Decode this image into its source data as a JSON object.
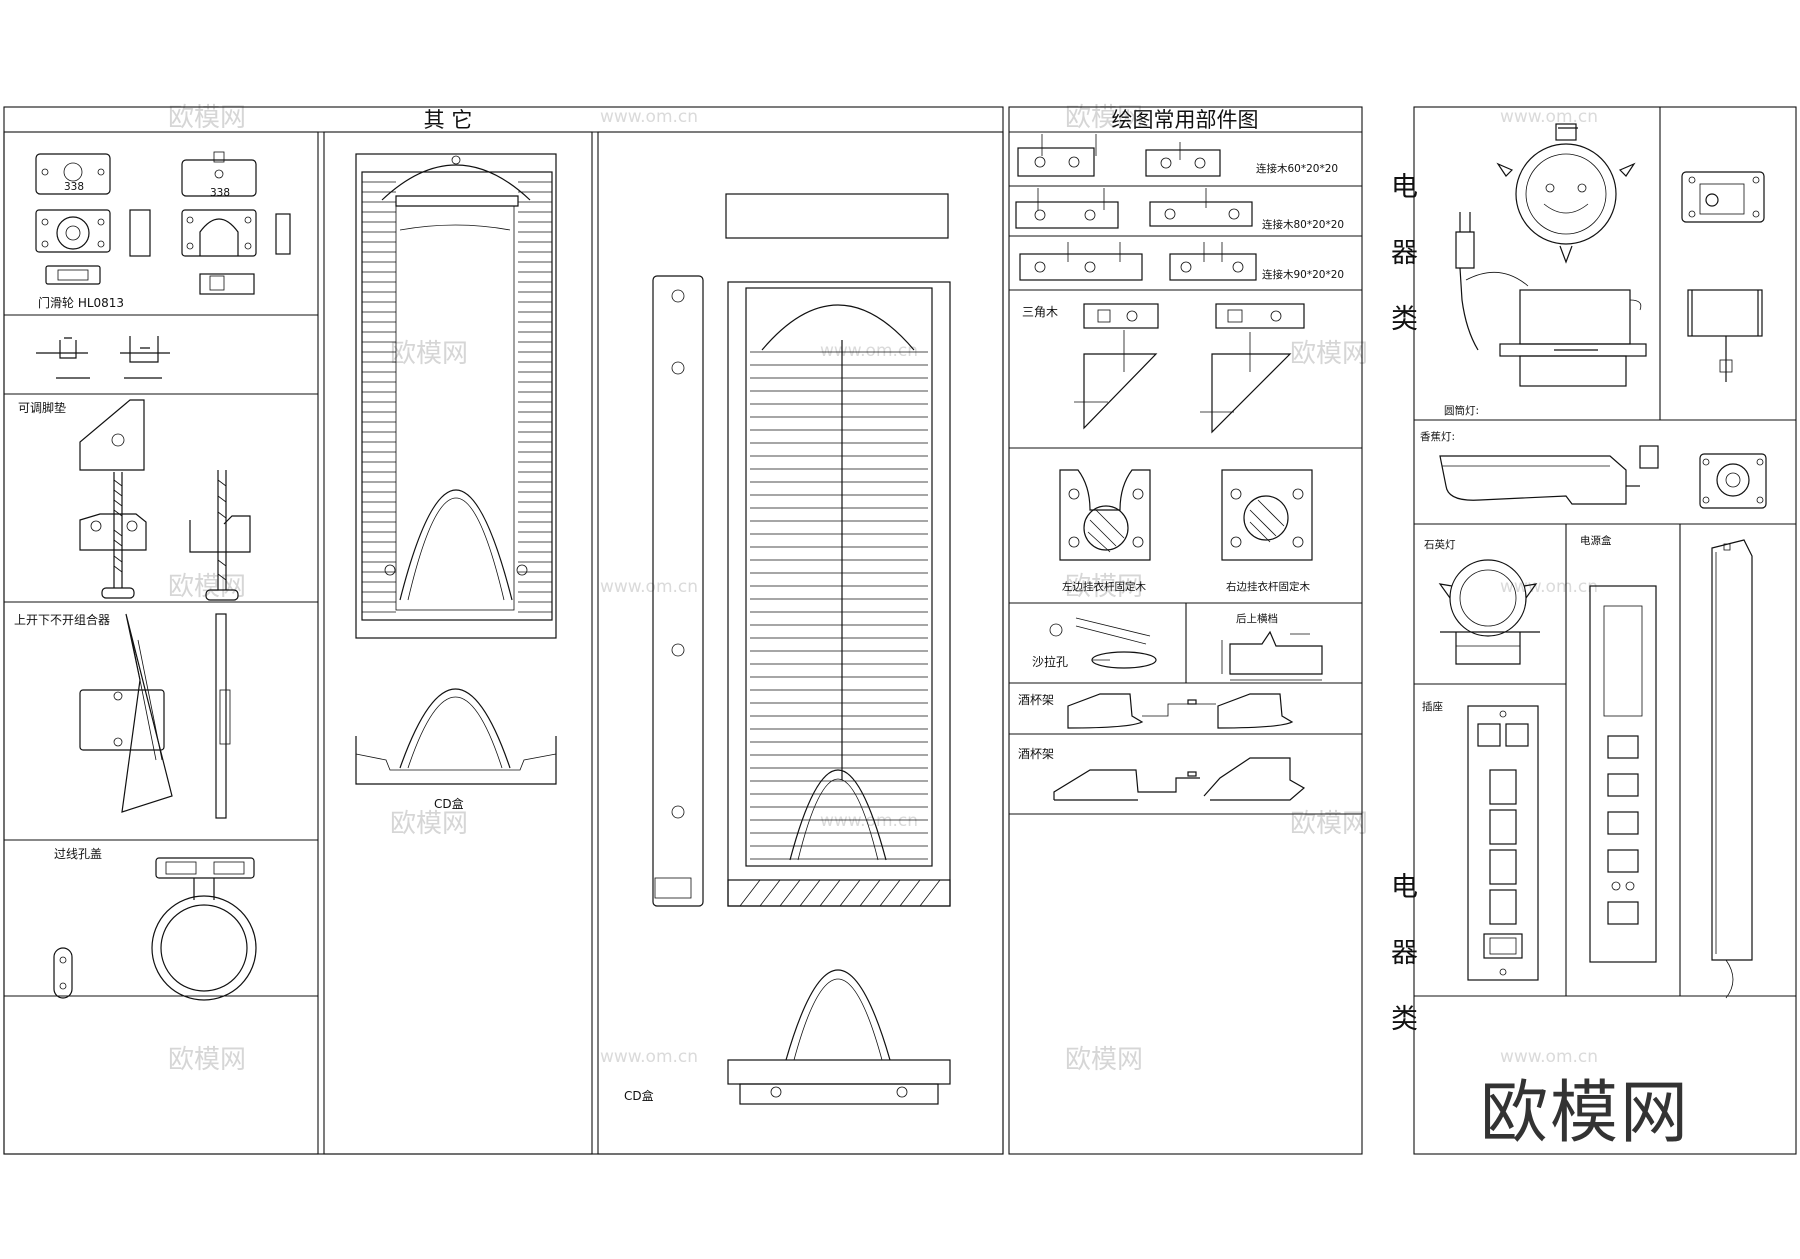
{
  "sections": {
    "other_title": "其    它",
    "parts_title": "绘图常用部件图",
    "electrical_title_top": "电 器 类",
    "electrical_title_bottom": "电 器 类"
  },
  "labels": {
    "door_wheel": "门滑轮  HL0813",
    "wheel_code_1": "338",
    "wheel_code_2": "338",
    "adjustable_foot": "可调脚垫",
    "combo_hinge": "上开下不开组合器",
    "cable_hole_cover": "过线孔盖",
    "cd_box_1": "CD盒",
    "cd_box_2": "CD盒",
    "connector_60": "连接木60*20*20",
    "connector_80": "连接木80*20*20",
    "connector_90": "连接木90*20*20",
    "triangle_wood": "三角木",
    "left_rod_fixer": "左边挂衣杆固定木",
    "right_rod_fixer": "右边挂衣杆固定木",
    "sand_hole": "沙拉孔",
    "rear_crossbar": "后上横档",
    "wine_rack_1": "酒杯架",
    "wine_rack_2": "酒杯架",
    "round_lamp": "圆筒灯:",
    "incense_lamp": "香蕉灯:",
    "quartz_lamp": "石英灯",
    "power_box": "电源盒",
    "socket": "插座"
  },
  "watermarks": {
    "brand": "欧模网",
    "site": "www.om.cn",
    "logo": "欧模网"
  }
}
